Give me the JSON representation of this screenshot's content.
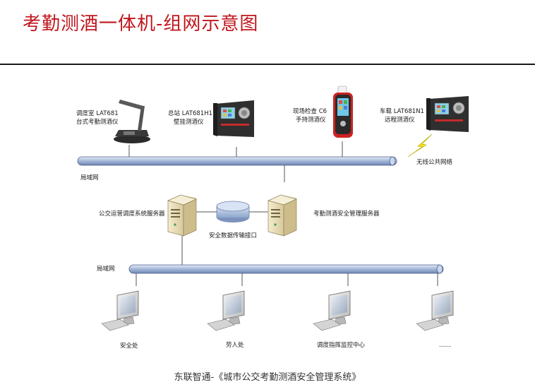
{
  "title": "考勤测酒一体机-组网示意图",
  "caption": "东联智通-《城市公交考勤测酒安全管理系统》",
  "devices": [
    {
      "line1": "调度室 LAT681",
      "line2": "台式考勤测酒仪"
    },
    {
      "line1": "总站 LAT681H1",
      "line2": "壁挂测酒仪"
    },
    {
      "line1": "现场检查 C6",
      "line2": "手持测酒仪"
    },
    {
      "line1": "车载 LAT681N1",
      "line2": "远程测酒仪"
    }
  ],
  "wireless_label": "无线公共网络",
  "lan_label_top": "局域网",
  "lan_label_bottom": "局域网",
  "servers": {
    "left": "公交运营调度系统服务器",
    "right": "考勤测酒安全管理服务器",
    "interface": "安全数据传输接口"
  },
  "clients": [
    "安全处",
    "劳人处",
    "调度指挥监控中心",
    "……"
  ]
}
